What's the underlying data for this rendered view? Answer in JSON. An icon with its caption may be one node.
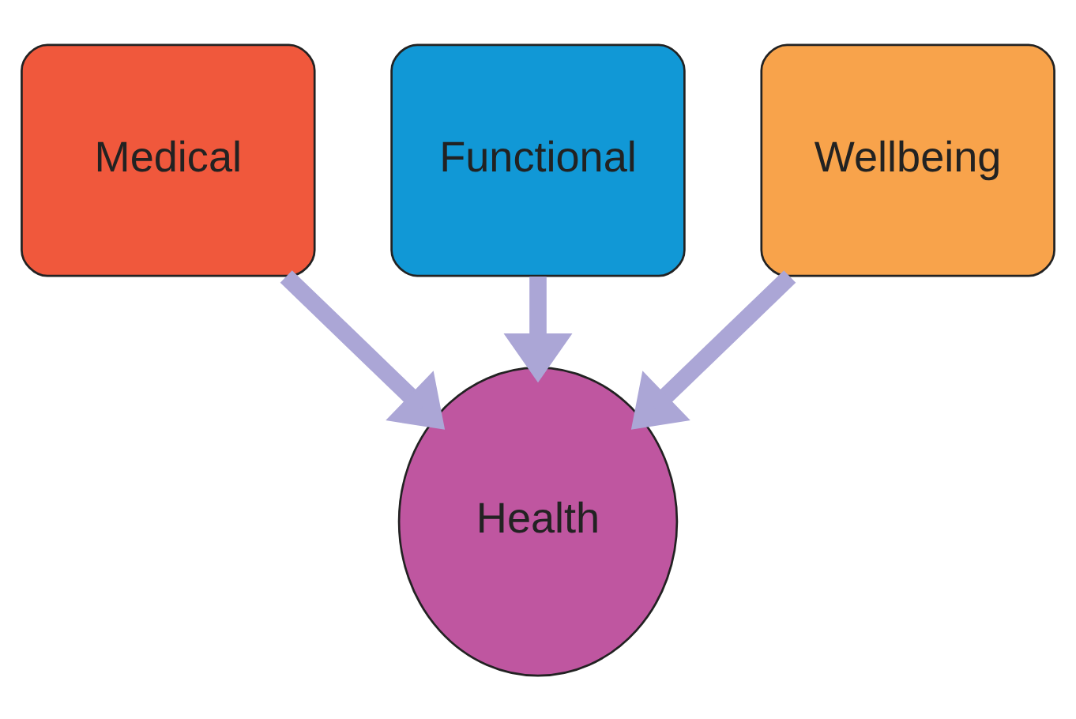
{
  "diagram": {
    "nodes": [
      {
        "text": [
          "Medical"
        ]
      },
      {
        "text": [
          "Functional"
        ]
      },
      {
        "text": [
          "Wellbeing"
        ]
      },
      {
        "text": [
          "Health"
        ]
      }
    ],
    "edges": [
      {
        "from": 0,
        "to": 3,
        "arrow": "to"
      },
      {
        "from": 1,
        "to": 3,
        "arrow": "to"
      },
      {
        "from": 2,
        "to": 3,
        "arrow": "to"
      }
    ]
  }
}
